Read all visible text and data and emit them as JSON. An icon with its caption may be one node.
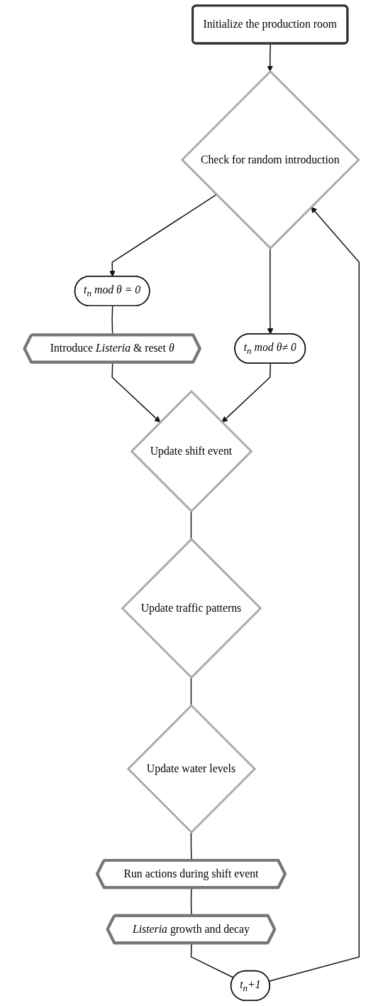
{
  "diagram": {
    "nodes": [
      {
        "text": [
          "Initialize the production room"
        ]
      },
      {
        "text": [
          "Check for random introduction"
        ]
      },
      {
        "text": [
          "t$_{n}$ mod θ = 0"
        ]
      },
      {
        "text": [
          "t$_{n}$ mod θ≠ 0"
        ]
      },
      {
        "text": [
          "Introduce *Listeria* & reset *θ*"
        ]
      },
      {
        "text": [
          "Update shift event"
        ]
      },
      {
        "text": [
          "Update traffic patterns"
        ]
      },
      {
        "text": [
          "Update water levels"
        ]
      },
      {
        "text": [
          "Run actions during shift event"
        ]
      },
      {
        "text": [
          "*Listeria* growth and decay"
        ]
      },
      {
        "text": [
          "t$_{n}$+1"
        ]
      }
    ],
    "edges": [
      {
        "from": 0,
        "to": 1,
        "arrow": "to"
      },
      {
        "from": 1,
        "to": 2,
        "arrow": "to"
      },
      {
        "from": 1,
        "to": 3,
        "arrow": "to"
      },
      {
        "from": 2,
        "to": 4,
        "arrow": "none"
      },
      {
        "from": 4,
        "to": 5,
        "arrow": "to"
      },
      {
        "from": 3,
        "to": 5,
        "arrow": "to"
      },
      {
        "from": 5,
        "to": 6,
        "arrow": "none"
      },
      {
        "from": 6,
        "to": 7,
        "arrow": "none"
      },
      {
        "from": 7,
        "to": 8,
        "arrow": "none"
      },
      {
        "from": 8,
        "to": 9,
        "arrow": "none"
      },
      {
        "from": 9,
        "to": 10,
        "arrow": "none"
      },
      {
        "from": 10,
        "to": 1,
        "arrow": "to"
      }
    ]
  }
}
